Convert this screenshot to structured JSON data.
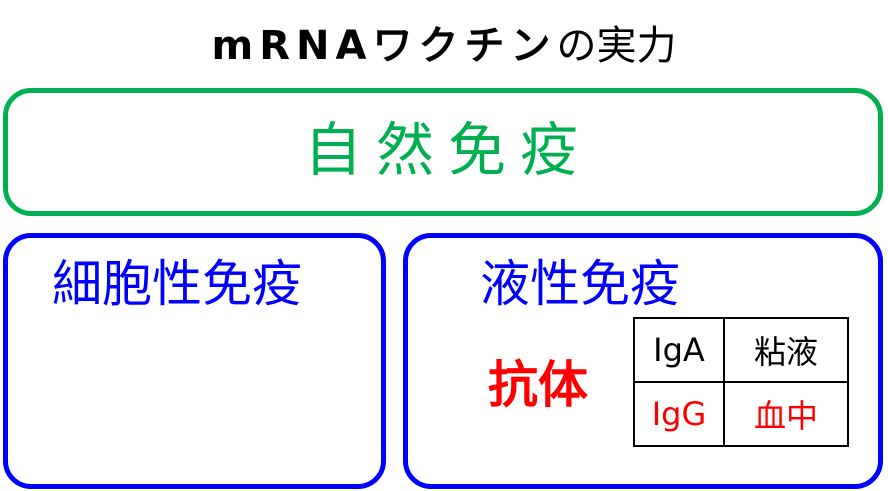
{
  "title": {
    "bold": "mRNAワクチン",
    "rest": "の実力"
  },
  "innate": {
    "label": "自然免疫"
  },
  "cellular": {
    "label": "細胞性免疫"
  },
  "humoral": {
    "label": "液性免疫",
    "antibody": "抗体"
  },
  "table": [
    {
      "type": "IgA",
      "location": "粘液"
    },
    {
      "type": "IgG",
      "location": "血中"
    }
  ],
  "colors": {
    "innate": "#00b050",
    "adaptive": "#0000ff",
    "highlight": "#ff0000"
  }
}
